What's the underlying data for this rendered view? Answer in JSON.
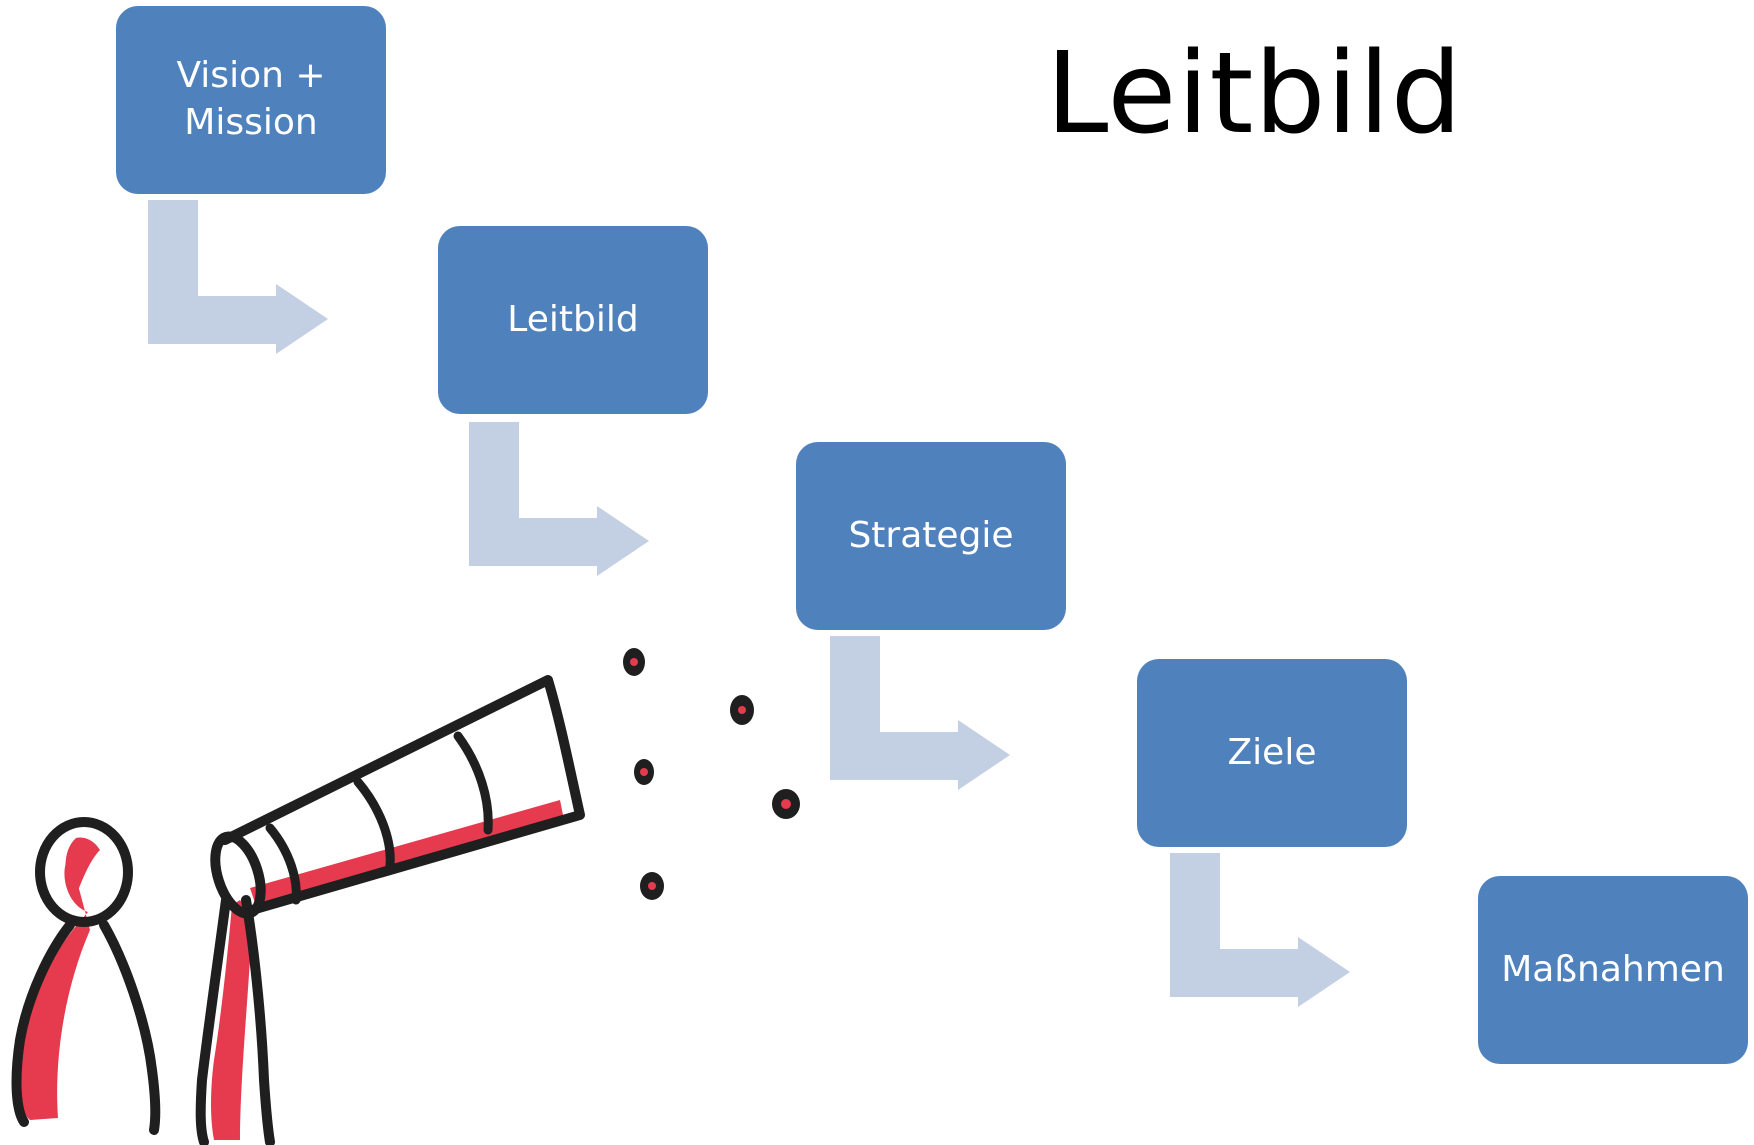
{
  "title": "Leitbild",
  "colors": {
    "box_fill": "#4f81bd",
    "box_text": "#ffffff",
    "arrow_fill": "#c3cfe2",
    "title_text": "#000000",
    "sketch_ink": "#1f1f1f",
    "sketch_accent": "#e63a4f"
  },
  "steps": [
    {
      "label": "Vision +\nMission"
    },
    {
      "label": "Leitbild"
    },
    {
      "label": "Strategie"
    },
    {
      "label": "Ziele"
    },
    {
      "label": "Maßnahmen"
    }
  ],
  "illustration": {
    "icon": "person-with-telescope-sketch"
  }
}
